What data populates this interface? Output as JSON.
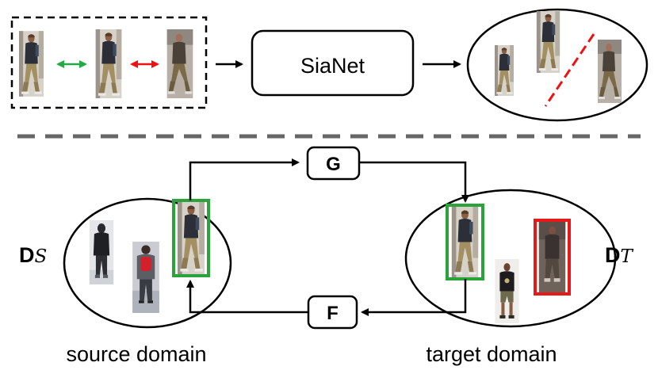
{
  "top": {
    "network_label": "SiaNet"
  },
  "bottom": {
    "generator_g": "G",
    "generator_f": "F",
    "source_symbol_main": "D",
    "source_symbol_sub": "S",
    "target_symbol_main": "D",
    "target_symbol_sub": "T",
    "source_caption": "source domain",
    "target_caption": "target domain"
  },
  "colors": {
    "positive_pair": "#22aa44",
    "negative_pair": "#ee1111",
    "frame_green": "#2aa43a",
    "frame_red": "#e81818",
    "separator": "#666666",
    "line": "#000000"
  },
  "icons": {
    "person_photo": "pedestrian-thumbnail"
  }
}
